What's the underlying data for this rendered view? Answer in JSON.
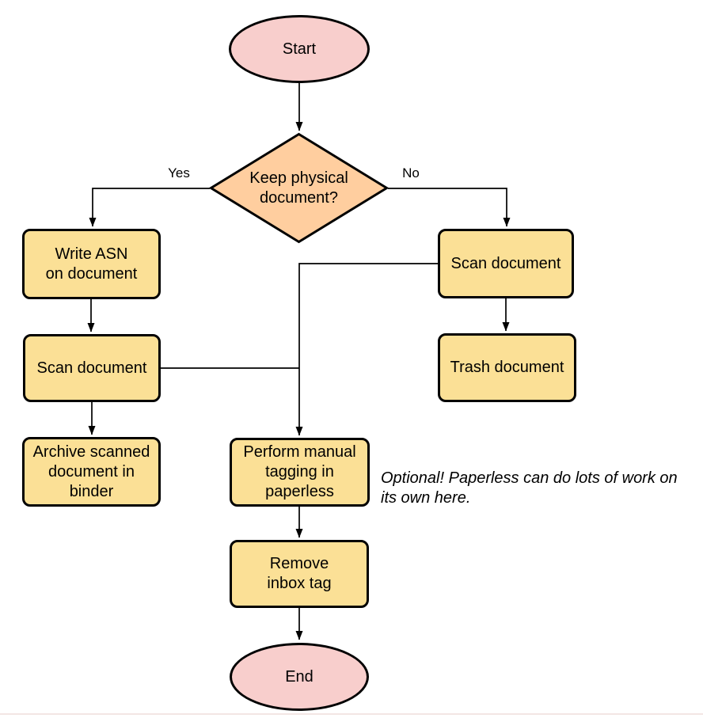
{
  "diagram": {
    "type": "flowchart",
    "colors": {
      "terminal_fill": "#F8CECC",
      "decision_fill": "#FFCE9F",
      "process_fill": "#FBE096",
      "stroke": "#000000",
      "bottom_divider": "#f3e6e4"
    },
    "nodes": {
      "start": {
        "label": "Start",
        "shape": "ellipse"
      },
      "decision": {
        "label": "Keep physical\ndocument?",
        "shape": "diamond"
      },
      "write_asn": {
        "label": "Write ASN\non document",
        "shape": "process"
      },
      "scan_left": {
        "label": "Scan document",
        "shape": "process"
      },
      "archive": {
        "label": "Archive scanned\ndocument in\nbinder",
        "shape": "process"
      },
      "scan_right": {
        "label": "Scan document",
        "shape": "process"
      },
      "trash": {
        "label": "Trash document",
        "shape": "process"
      },
      "tagging": {
        "label": "Perform manual\ntagging in\npaperless",
        "shape": "process"
      },
      "remove_inbox": {
        "label": "Remove\ninbox tag",
        "shape": "process"
      },
      "end": {
        "label": "End",
        "shape": "ellipse"
      }
    },
    "edge_labels": {
      "yes": "Yes",
      "no": "No"
    },
    "edges": [
      {
        "from": "start",
        "to": "decision"
      },
      {
        "from": "decision",
        "to": "write_asn",
        "label": "Yes"
      },
      {
        "from": "decision",
        "to": "scan_right",
        "label": "No"
      },
      {
        "from": "write_asn",
        "to": "scan_left"
      },
      {
        "from": "scan_left",
        "to": "archive"
      },
      {
        "from": "scan_right",
        "to": "trash"
      },
      {
        "from": "scan_left",
        "to": "tagging"
      },
      {
        "from": "scan_right",
        "to": "tagging"
      },
      {
        "from": "tagging",
        "to": "remove_inbox"
      },
      {
        "from": "remove_inbox",
        "to": "end"
      }
    ],
    "annotation": {
      "text": "Optional! Paperless can do lots of work on\nits own here."
    }
  }
}
